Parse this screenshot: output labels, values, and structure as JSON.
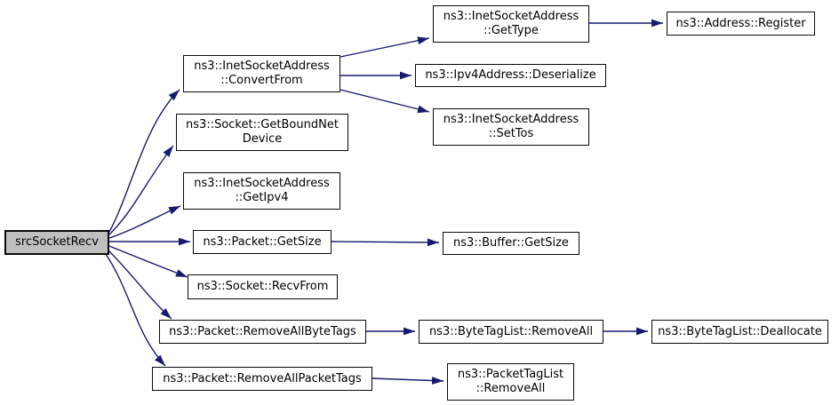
{
  "diagram": {
    "kind": "call-graph",
    "colors": {
      "edge": "#191970",
      "node_border": "#0a0a0a",
      "node_fill": "#ffffff",
      "root_fill": "#bfbfbf",
      "background": "#ffffff"
    },
    "nodes": {
      "srcSocketRecv": {
        "lines": [
          "srcSocketRecv"
        ]
      },
      "convertFrom": {
        "lines": [
          "ns3::InetSocketAddress",
          "::ConvertFrom"
        ]
      },
      "getBoundNetDevice": {
        "lines": [
          "ns3::Socket::GetBoundNet",
          "Device"
        ]
      },
      "getIpv4": {
        "lines": [
          "ns3::InetSocketAddress",
          "::GetIpv4"
        ]
      },
      "packetGetSize": {
        "lines": [
          "ns3::Packet::GetSize"
        ]
      },
      "recvFrom": {
        "lines": [
          "ns3::Socket::RecvFrom"
        ]
      },
      "removeAllByteTags": {
        "lines": [
          "ns3::Packet::RemoveAllByteTags"
        ]
      },
      "removeAllPacketTags": {
        "lines": [
          "ns3::Packet::RemoveAllPacketTags"
        ]
      },
      "getType": {
        "lines": [
          "ns3::InetSocketAddress",
          "::GetType"
        ]
      },
      "deserialize": {
        "lines": [
          "ns3::Ipv4Address::Deserialize"
        ]
      },
      "setTos": {
        "lines": [
          "ns3::InetSocketAddress",
          "::SetTos"
        ]
      },
      "bufferGetSize": {
        "lines": [
          "ns3::Buffer::GetSize"
        ]
      },
      "byteTagListRemoveAll": {
        "lines": [
          "ns3::ByteTagList::RemoveAll"
        ]
      },
      "packetTagListRemoveAll": {
        "lines": [
          "ns3::PacketTagList",
          "::RemoveAll"
        ]
      },
      "addressRegister": {
        "lines": [
          "ns3::Address::Register"
        ]
      },
      "byteTagListDeallocate": {
        "lines": [
          "ns3::ByteTagList::Deallocate"
        ]
      }
    },
    "edges": [
      {
        "from": "srcSocketRecv",
        "to": "ns3::InetSocketAddress::ConvertFrom"
      },
      {
        "from": "srcSocketRecv",
        "to": "ns3::Socket::GetBoundNetDevice"
      },
      {
        "from": "srcSocketRecv",
        "to": "ns3::InetSocketAddress::GetIpv4"
      },
      {
        "from": "srcSocketRecv",
        "to": "ns3::Packet::GetSize"
      },
      {
        "from": "srcSocketRecv",
        "to": "ns3::Socket::RecvFrom"
      },
      {
        "from": "srcSocketRecv",
        "to": "ns3::Packet::RemoveAllByteTags"
      },
      {
        "from": "srcSocketRecv",
        "to": "ns3::Packet::RemoveAllPacketTags"
      },
      {
        "from": "ns3::InetSocketAddress::ConvertFrom",
        "to": "ns3::InetSocketAddress::GetType"
      },
      {
        "from": "ns3::InetSocketAddress::ConvertFrom",
        "to": "ns3::Ipv4Address::Deserialize"
      },
      {
        "from": "ns3::InetSocketAddress::ConvertFrom",
        "to": "ns3::InetSocketAddress::SetTos"
      },
      {
        "from": "ns3::InetSocketAddress::GetType",
        "to": "ns3::Address::Register"
      },
      {
        "from": "ns3::Packet::GetSize",
        "to": "ns3::Buffer::GetSize"
      },
      {
        "from": "ns3::Packet::RemoveAllByteTags",
        "to": "ns3::ByteTagList::RemoveAll"
      },
      {
        "from": "ns3::ByteTagList::RemoveAll",
        "to": "ns3::ByteTagList::Deallocate"
      },
      {
        "from": "ns3::Packet::RemoveAllPacketTags",
        "to": "ns3::PacketTagList::RemoveAll"
      }
    ]
  }
}
